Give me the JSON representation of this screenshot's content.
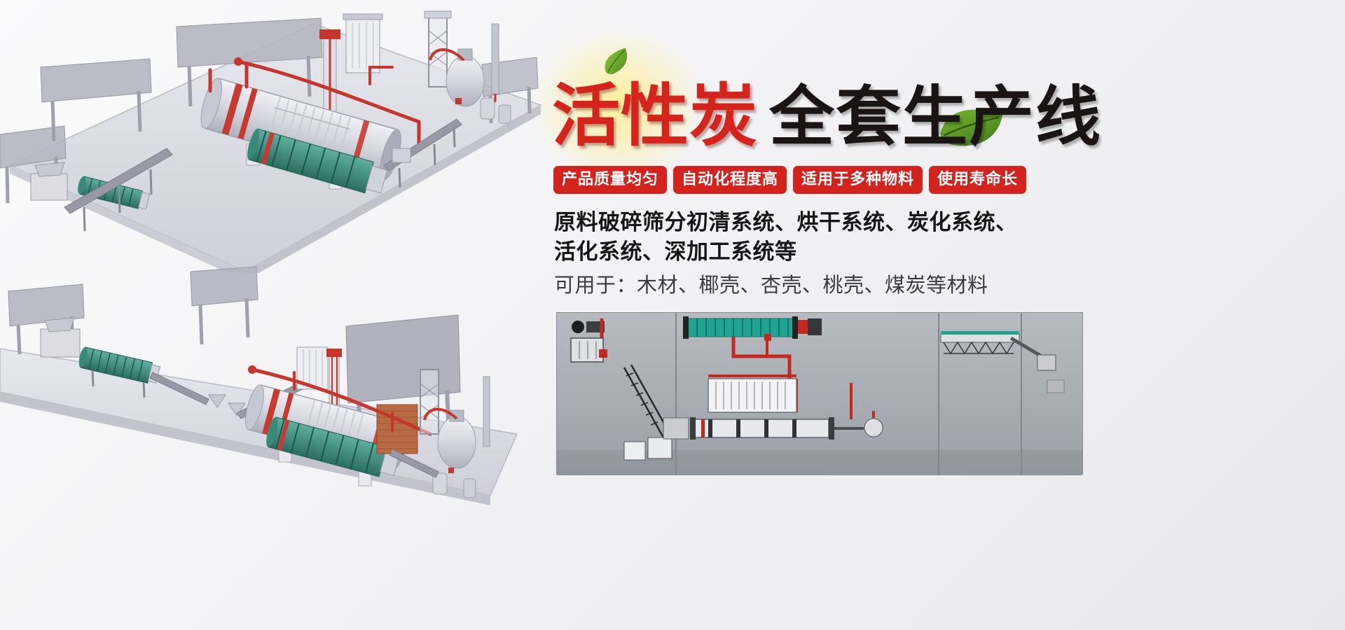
{
  "banner": {
    "title": {
      "red": "活性炭",
      "black": "全套生产线"
    },
    "badges": [
      {
        "label": "产品质量均匀"
      },
      {
        "label": "自动化程度高"
      },
      {
        "label": "适用于多种物料"
      },
      {
        "label": "使用寿命长"
      }
    ],
    "description": {
      "line1": "原料破碎筛分初清系统、烘干系统、炭化系统、",
      "line2": "活化系统、深加工系统等",
      "line3": "可用于：木材、椰壳、杏壳、桃壳、煤炭等材料"
    },
    "colors": {
      "badge_red": "#d3231f",
      "title_red": "#d5241c",
      "title_black": "#1a1514",
      "leaf_green": "#6fae2a",
      "pipe_red": "#c5362c",
      "machine_teal": "#3f9287",
      "diagram_bg": "#a9aeb5"
    },
    "images": {
      "top_render": "activated-carbon-line-3d-view-1",
      "bottom_render": "activated-carbon-line-3d-view-2",
      "diagram": "production-line-layout-diagram"
    }
  }
}
